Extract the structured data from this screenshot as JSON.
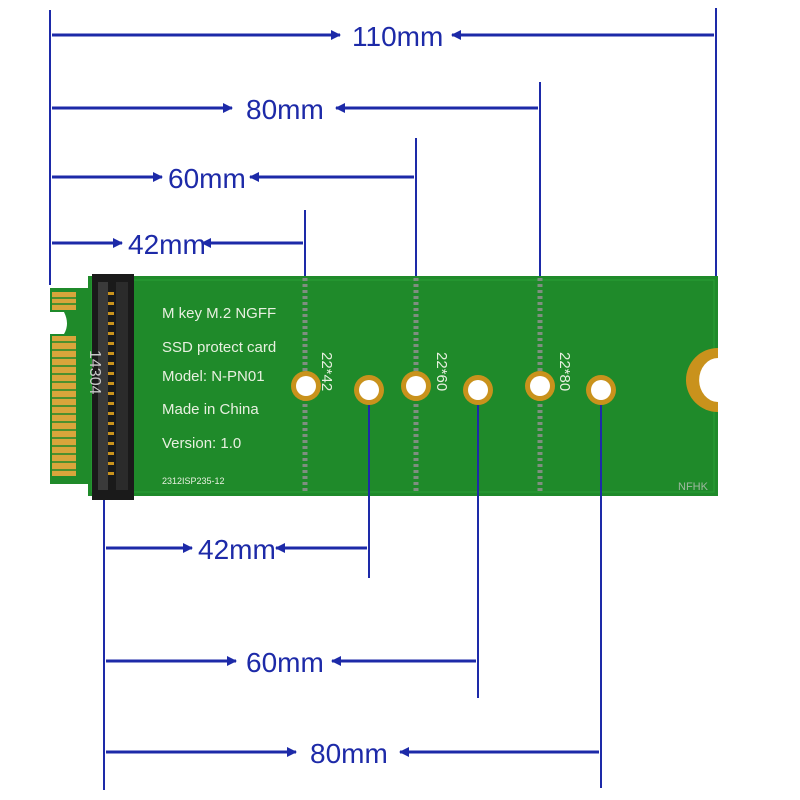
{
  "colors": {
    "dimension": "#1d2aa8",
    "board": "#1f8a2a",
    "board_dark": "#166b1f",
    "copper": "#c9921c",
    "silkscreen": "#e8f0e0",
    "connector": "#1a1a1a",
    "gold_finger": "#d9a53b"
  },
  "top_dimensions": [
    {
      "label": "110mm"
    },
    {
      "label": "80mm"
    },
    {
      "label": "60mm"
    },
    {
      "label": "42mm"
    }
  ],
  "bottom_dimensions": [
    {
      "label": "42mm"
    },
    {
      "label": "60mm"
    },
    {
      "label": "80mm"
    }
  ],
  "board": {
    "lines": [
      "M key M.2 NGFF",
      "SSD protect card",
      "Model: N-PN01",
      "Made in China",
      "Version: 1.0"
    ],
    "serial": "2312ISP235-12",
    "connector_code": "14304",
    "size_labels": [
      "22*42",
      "22*60",
      "22*80"
    ],
    "brand": "NFHK"
  }
}
